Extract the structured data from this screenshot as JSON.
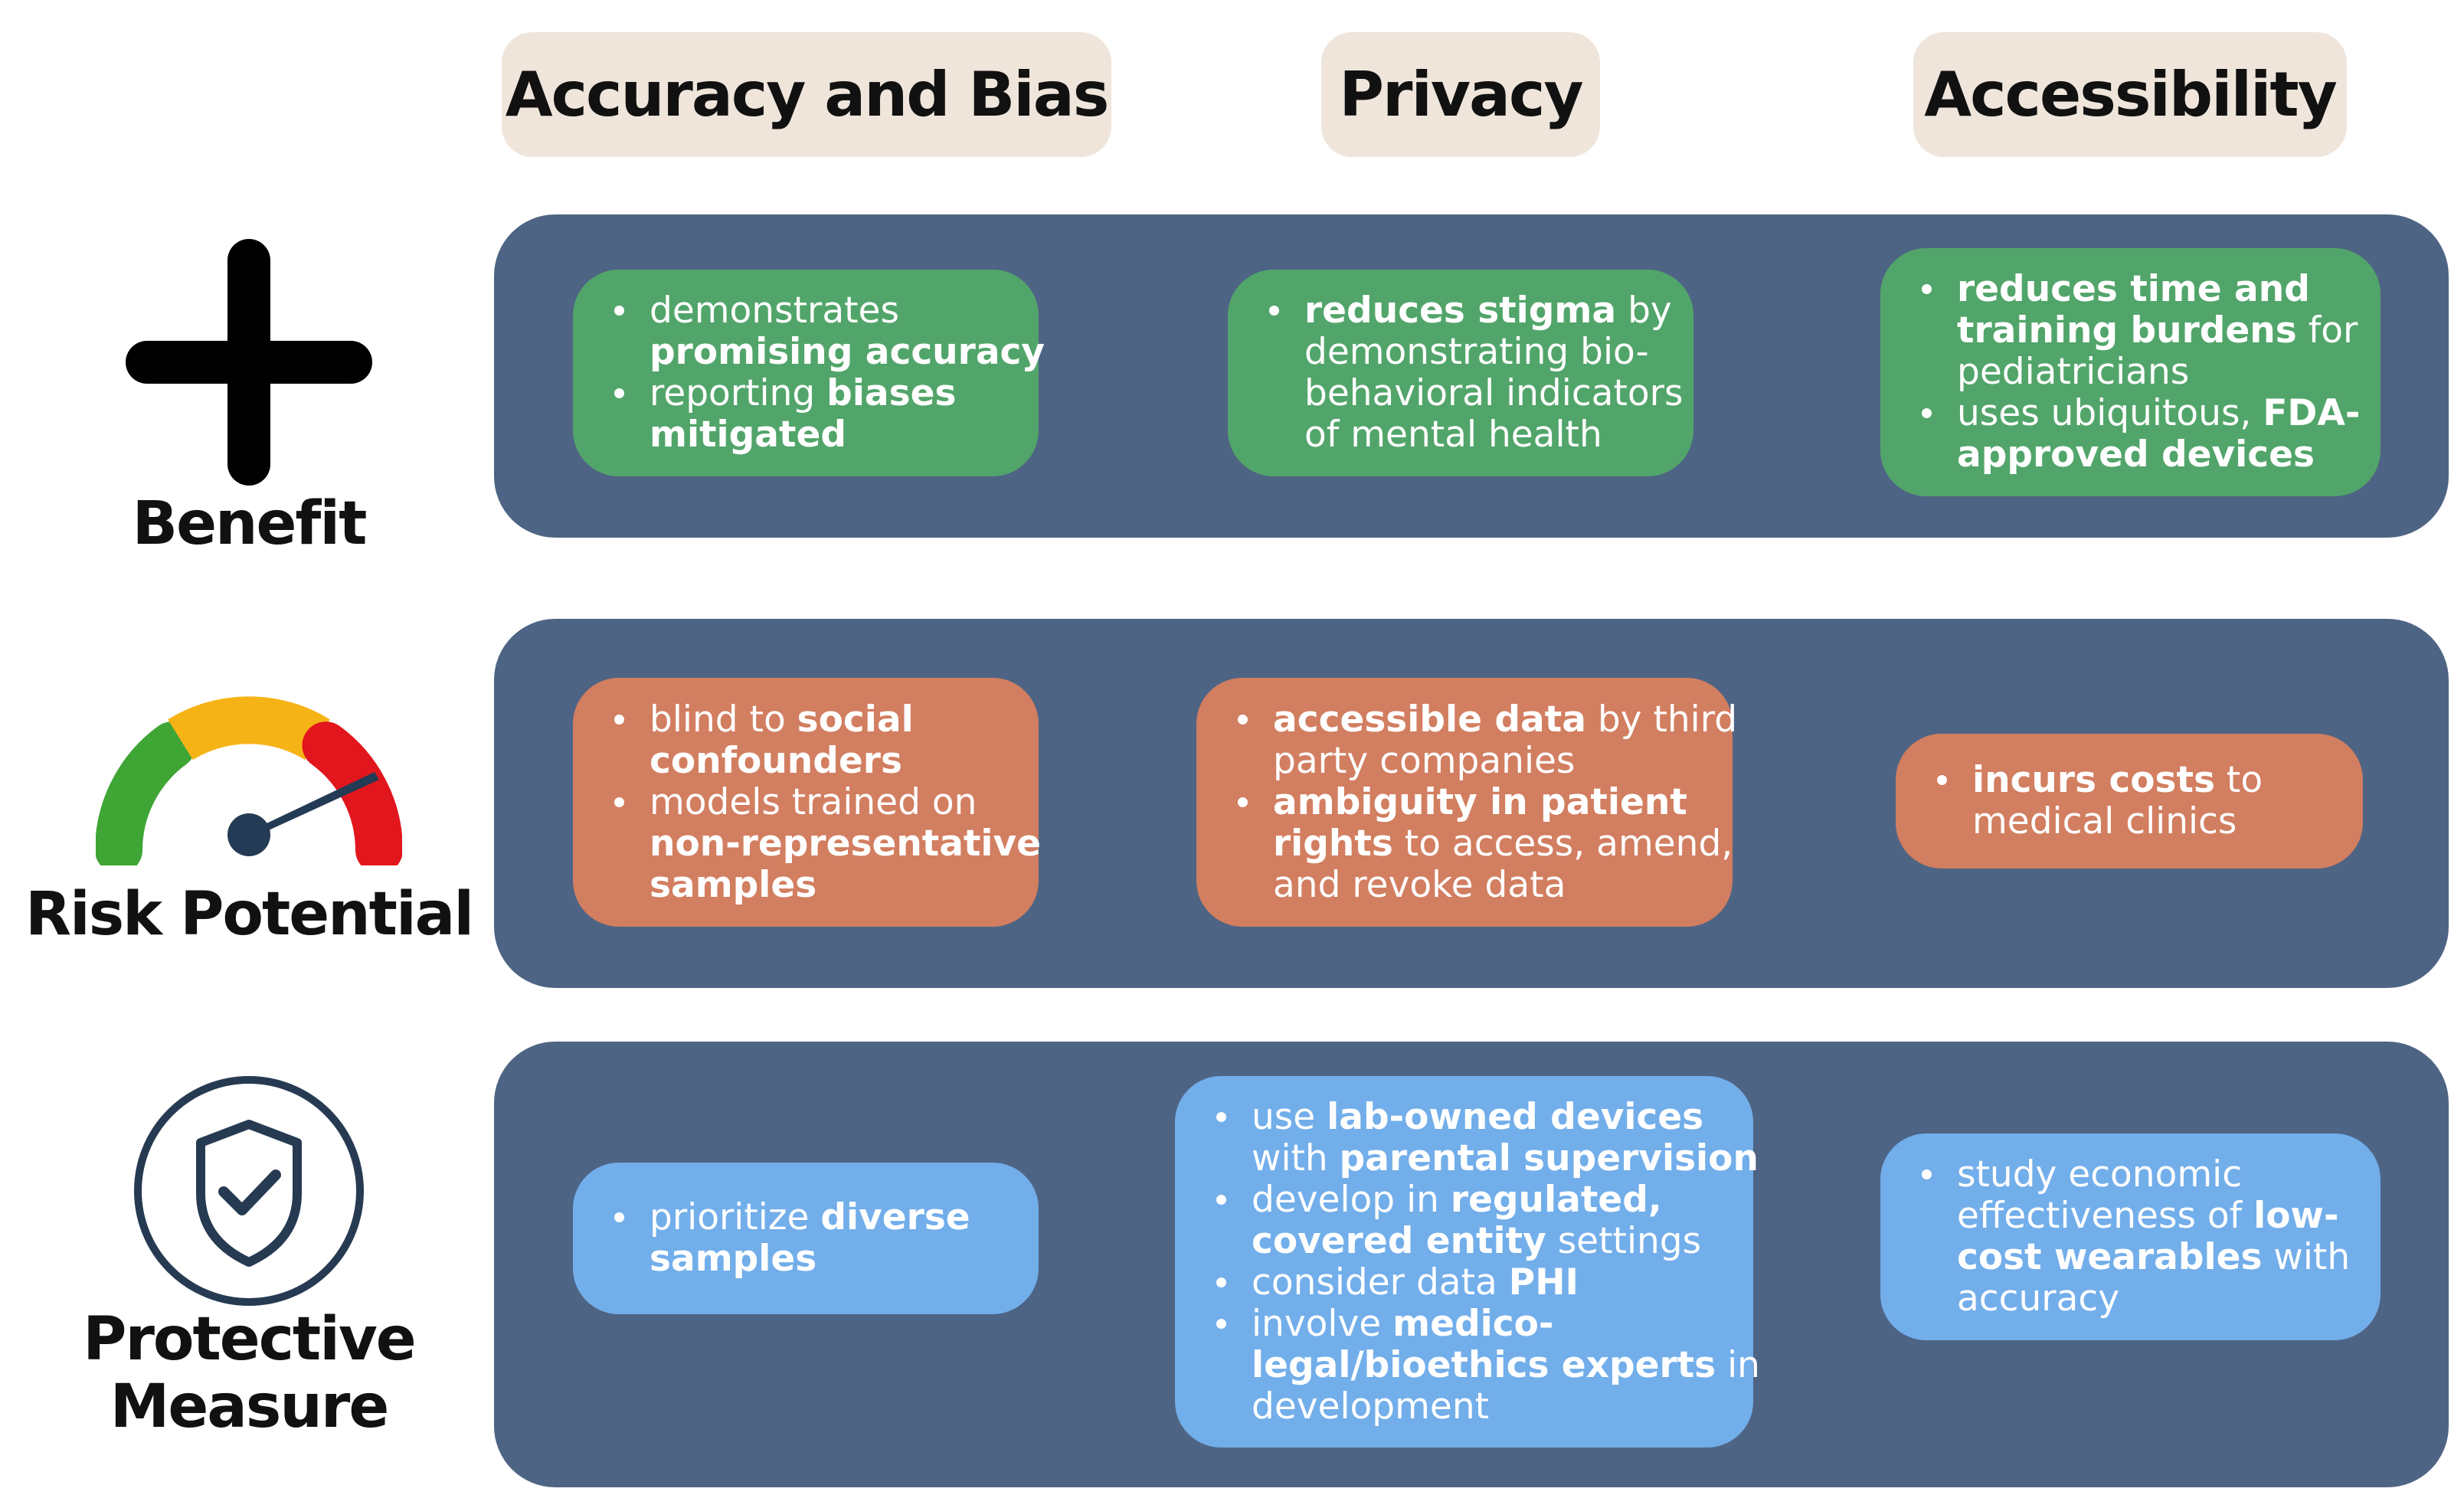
{
  "columns": [
    "Accuracy and Bias",
    "Privacy",
    "Accessibility"
  ],
  "rows": [
    {
      "label_lines": [
        "Benefit"
      ],
      "icon": "plus-icon"
    },
    {
      "label_lines": [
        "Risk Potential"
      ],
      "icon": "gauge-icon"
    },
    {
      "label_lines": [
        "Protective",
        "Measure"
      ],
      "icon": "shield-check-icon"
    }
  ],
  "colors": {
    "header_bg": "#efe5da",
    "band": "#4e6484",
    "benefit": "#52a56a",
    "risk": "#d27e60",
    "protective": "#72aeea",
    "gauge_green": "#3fa535",
    "gauge_yellow": "#f5b316",
    "gauge_red": "#e2161d",
    "needle": "#243b55"
  },
  "cards": {
    "benefit": [
      [
        [
          [
            {
              "t": "demonstrates"
            }
          ],
          [
            {
              "t": "promising accuracy",
              "b": true
            }
          ]
        ],
        [
          [
            {
              "t": "reporting "
            },
            {
              "t": "biases",
              "b": true
            }
          ],
          [
            {
              "t": "mitigated",
              "b": true
            }
          ]
        ]
      ],
      [
        [
          [
            {
              "t": "reduces stigma",
              "b": true
            },
            {
              "t": " by"
            }
          ],
          [
            {
              "t": "demonstrating bio-"
            }
          ],
          [
            {
              "t": "behavioral indicators"
            }
          ],
          [
            {
              "t": "of mental health"
            }
          ]
        ]
      ],
      [
        [
          [
            {
              "t": "reduces time and",
              "b": true
            }
          ],
          [
            {
              "t": "training burdens",
              "b": true
            },
            {
              "t": " for"
            }
          ],
          [
            {
              "t": "pediatricians"
            }
          ]
        ],
        [
          [
            {
              "t": "uses ubiquitous, "
            },
            {
              "t": "FDA-",
              "b": true
            }
          ],
          [
            {
              "t": "approved devices",
              "b": true
            }
          ]
        ]
      ]
    ],
    "risk": [
      [
        [
          [
            {
              "t": "blind to "
            },
            {
              "t": "social",
              "b": true
            }
          ],
          [
            {
              "t": "confounders",
              "b": true
            }
          ]
        ],
        [
          [
            {
              "t": "models trained on"
            }
          ],
          [
            {
              "t": "non-representative",
              "b": true
            }
          ],
          [
            {
              "t": "samples",
              "b": true
            }
          ]
        ]
      ],
      [
        [
          [
            {
              "t": "accessible data",
              "b": true
            },
            {
              "t": " by third"
            }
          ],
          [
            {
              "t": "party companies"
            }
          ]
        ],
        [
          [
            {
              "t": "ambiguity in patient",
              "b": true
            }
          ],
          [
            {
              "t": "rights",
              "b": true
            },
            {
              "t": " to access, amend,"
            }
          ],
          [
            {
              "t": "and revoke data"
            }
          ]
        ]
      ],
      [
        [
          [
            {
              "t": "incurs costs",
              "b": true
            },
            {
              "t": " to"
            }
          ],
          [
            {
              "t": "medical clinics"
            }
          ]
        ]
      ]
    ],
    "protective": [
      [
        [
          [
            {
              "t": "prioritize "
            },
            {
              "t": "diverse",
              "b": true
            }
          ],
          [
            {
              "t": "samples",
              "b": true
            }
          ]
        ]
      ],
      [
        [
          [
            {
              "t": "use "
            },
            {
              "t": "lab-owned devices",
              "b": true
            }
          ],
          [
            {
              "t": "with "
            },
            {
              "t": "parental supervision",
              "b": true
            }
          ]
        ],
        [
          [
            {
              "t": "develop in "
            },
            {
              "t": "regulated,",
              "b": true
            }
          ],
          [
            {
              "t": "covered entity",
              "b": true
            },
            {
              "t": " settings"
            }
          ]
        ],
        [
          [
            {
              "t": "consider data "
            },
            {
              "t": "PHI",
              "b": true
            }
          ]
        ],
        [
          [
            {
              "t": "involve "
            },
            {
              "t": "medico-",
              "b": true
            }
          ],
          [
            {
              "t": "legal/bioethics experts",
              "b": true
            },
            {
              "t": " in"
            }
          ],
          [
            {
              "t": "development"
            }
          ]
        ]
      ],
      [
        [
          [
            {
              "t": "study economic"
            }
          ],
          [
            {
              "t": "effectiveness of "
            },
            {
              "t": "low-",
              "b": true
            }
          ],
          [
            {
              "t": "cost wearables",
              "b": true
            },
            {
              "t": " with"
            }
          ],
          [
            {
              "t": "accuracy"
            }
          ]
        ]
      ]
    ]
  }
}
